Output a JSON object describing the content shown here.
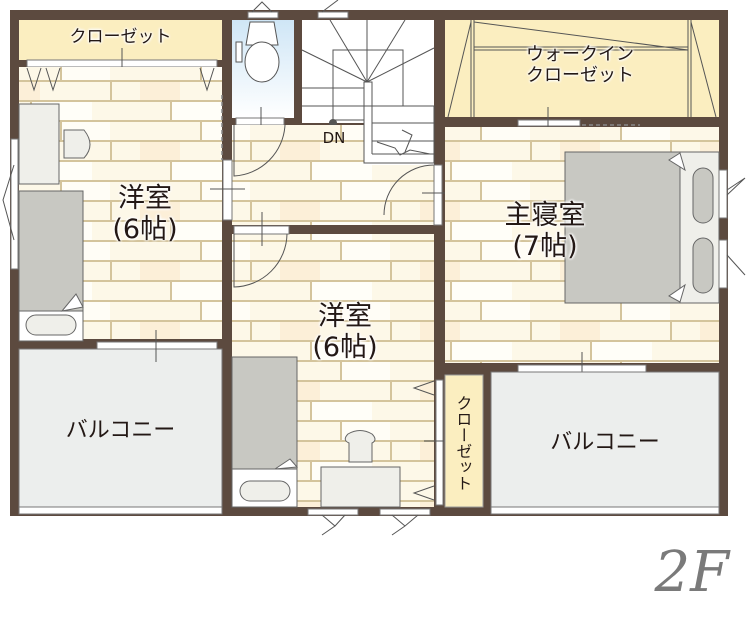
{
  "floor": {
    "label": "2F"
  },
  "rooms": {
    "western_room_left": {
      "name": "洋室",
      "size": "(6帖)"
    },
    "western_room_center": {
      "name": "洋室",
      "size": "(6帖)"
    },
    "master_bedroom": {
      "name": "主寝室",
      "size": "(7帖)"
    },
    "closet_top_left": {
      "name": "クローゼット"
    },
    "walk_in_closet": {
      "line1": "ウォークイン",
      "line2": "クローゼット"
    },
    "closet_center": {
      "name": "クローゼット"
    },
    "balcony_left": {
      "name": "バルコニー"
    },
    "balcony_right": {
      "name": "バルコニー"
    }
  },
  "stairs": {
    "direction_label": "DN"
  },
  "colors": {
    "wall": "#5c4a3f",
    "floor_wood": "#fdf7e6",
    "floor_plank_line": "#d4c49c",
    "closet": "#fbeec0",
    "balcony": "#eceeed",
    "furniture": "#c8c8c2",
    "toilet_bg": "#d8ecf8",
    "line": "#555555"
  }
}
